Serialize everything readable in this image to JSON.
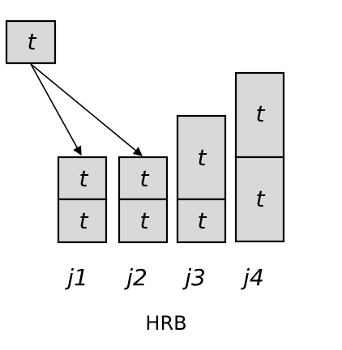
{
  "colors": {
    "block_fill": "#d9d9d9",
    "stroke": "#000000",
    "background": "#ffffff"
  },
  "incoming_task": {
    "label": "t"
  },
  "columns": [
    {
      "label": "j1",
      "tasks": [
        "t",
        "t"
      ]
    },
    {
      "label": "j2",
      "tasks": [
        "t",
        "t"
      ]
    },
    {
      "label": "j3",
      "tasks": [
        "t",
        "t"
      ]
    },
    {
      "label": "j4",
      "tasks": [
        "t",
        "t"
      ]
    }
  ],
  "caption": "HRB"
}
